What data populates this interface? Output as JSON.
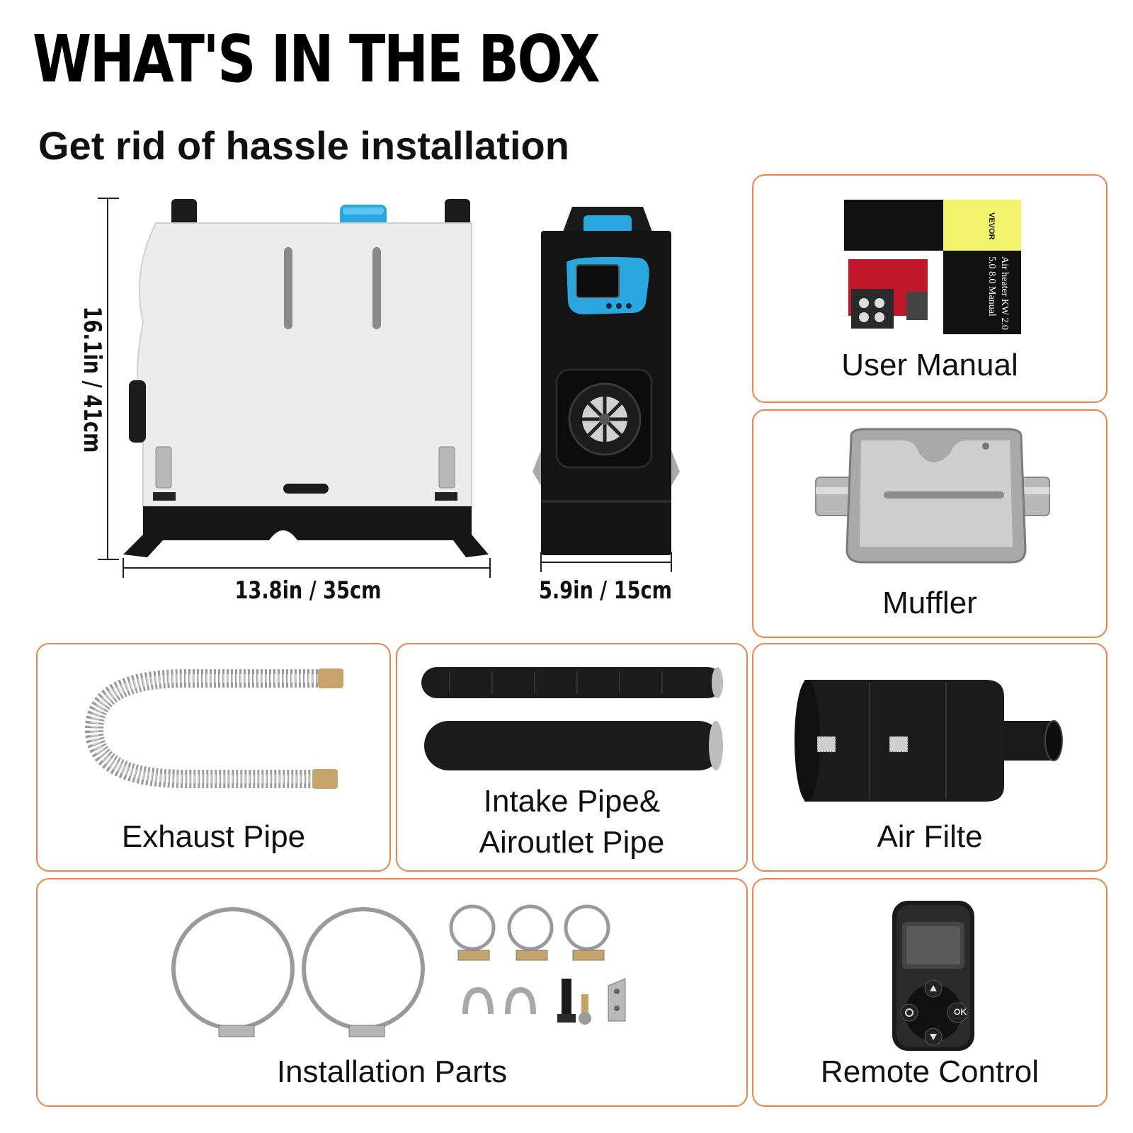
{
  "header": {
    "title": "WHAT'S IN THE BOX",
    "subtitle": "Get rid of hassle installation"
  },
  "dimensions": {
    "height": "16.1in / 41cm",
    "width": "13.8in / 35cm",
    "depth": "5.9in / 15cm"
  },
  "items": {
    "user_manual": "User Manual",
    "muffler": "Muffler",
    "exhaust_pipe": "Exhaust Pipe",
    "intake_pipe_line1": "Intake Pipe&",
    "intake_pipe_line2": "Airoutlet Pipe",
    "air_filter": "Air Filte",
    "installation_parts": "Installation Parts",
    "remote_control": "Remote Control"
  },
  "manual_cover": {
    "brand": "VEVOR",
    "line1": "Air heater KW 2.0",
    "line2": "5.0  8.0  Manual"
  },
  "remote_buttons": {
    "ok": "OK"
  },
  "colors": {
    "card_border": "#e9844a",
    "accent_blue": "#29a8e0",
    "manual_yellow": "#f2f56b"
  }
}
